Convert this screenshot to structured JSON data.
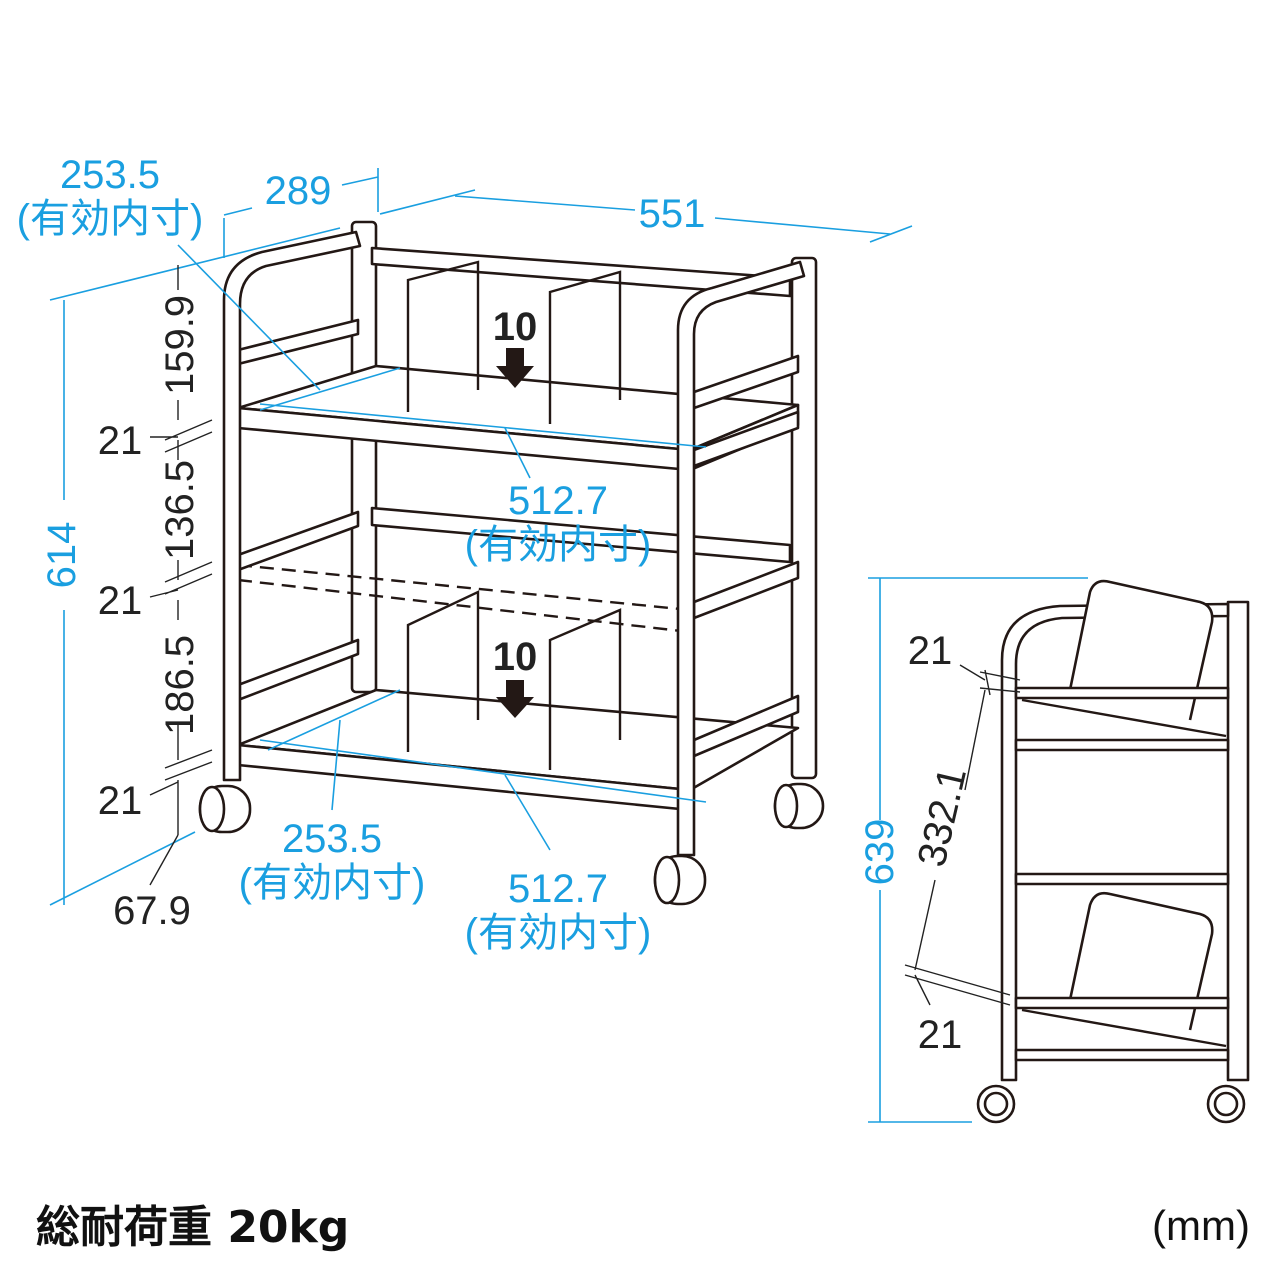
{
  "colors": {
    "dimension": "#1a9fe0",
    "line": "#231815"
  },
  "front_view": {
    "top_depth_inner": "253.5",
    "top_depth_inner_note": "(有効内寸)",
    "depth": "289",
    "width": "551",
    "height": "614",
    "mid_width_inner": "512.7",
    "mid_width_inner_note": "(有効内寸)",
    "bottom_depth_inner": "253.5",
    "bottom_depth_inner_note": "(有効内寸)",
    "bottom_width_inner": "512.7",
    "bottom_width_inner_note": "(有効内寸)",
    "gap_top": "159.9",
    "shelf_thickness_1": "21",
    "gap_middle": "136.5",
    "shelf_thickness_2": "21",
    "gap_bottom": "186.5",
    "shelf_thickness_3": "21",
    "caster_height": "67.9",
    "divider_count_top": "10",
    "divider_count_bottom": "10"
  },
  "side_view": {
    "shelf_thickness_top": "21",
    "shelf_pitch": "332.1",
    "shelf_thickness_bottom": "21",
    "height": "639"
  },
  "footer": {
    "load_capacity": "総耐荷重 20kg",
    "unit": "(mm)"
  }
}
